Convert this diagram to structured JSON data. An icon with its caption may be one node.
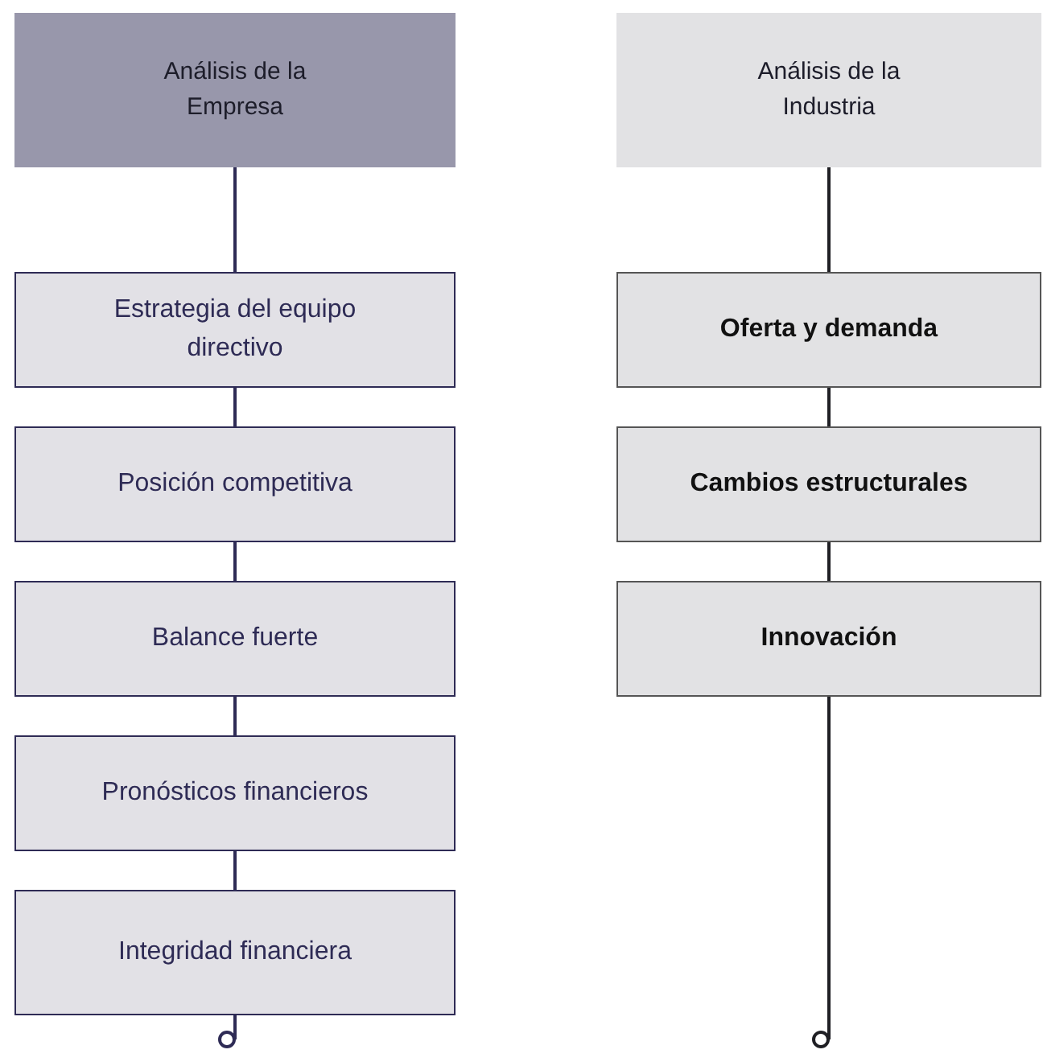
{
  "diagram": {
    "nodes": [
      {
        "text": [
          "Análisis de la Empresa"
        ]
      },
      {
        "text": [
          "Estrategia del equipo directivo"
        ]
      },
      {
        "text": [
          "Posición competitiva"
        ]
      },
      {
        "text": [
          "Balance fuerte"
        ]
      },
      {
        "text": [
          "Pronósticos financieros"
        ]
      },
      {
        "text": [
          "Integridad financiera"
        ]
      },
      {
        "text": [
          "Análisis de la Industria"
        ]
      },
      {
        "text": [
          "Oferta y demanda"
        ]
      },
      {
        "text": [
          "Cambios estructurales"
        ]
      },
      {
        "text": [
          "Innovación"
        ]
      }
    ],
    "edges": [
      {
        "from": 0,
        "to": 1,
        "arrow": "none"
      },
      {
        "from": 1,
        "to": 2,
        "arrow": "none"
      },
      {
        "from": 2,
        "to": 3,
        "arrow": "none"
      },
      {
        "from": 3,
        "to": 4,
        "arrow": "none"
      },
      {
        "from": 4,
        "to": 5,
        "arrow": "none"
      },
      {
        "from": 5,
        "to": null,
        "arrow": "other"
      },
      {
        "from": 6,
        "to": 7,
        "arrow": "none",
        "color": "#1f1f24"
      },
      {
        "from": 7,
        "to": 8,
        "arrow": "none",
        "color": "#1f1f24"
      },
      {
        "from": 8,
        "to": 9,
        "arrow": "none",
        "color": "#1f1f24"
      },
      {
        "from": 9,
        "to": null,
        "arrow": "other",
        "color": "#1f1f24"
      }
    ]
  }
}
